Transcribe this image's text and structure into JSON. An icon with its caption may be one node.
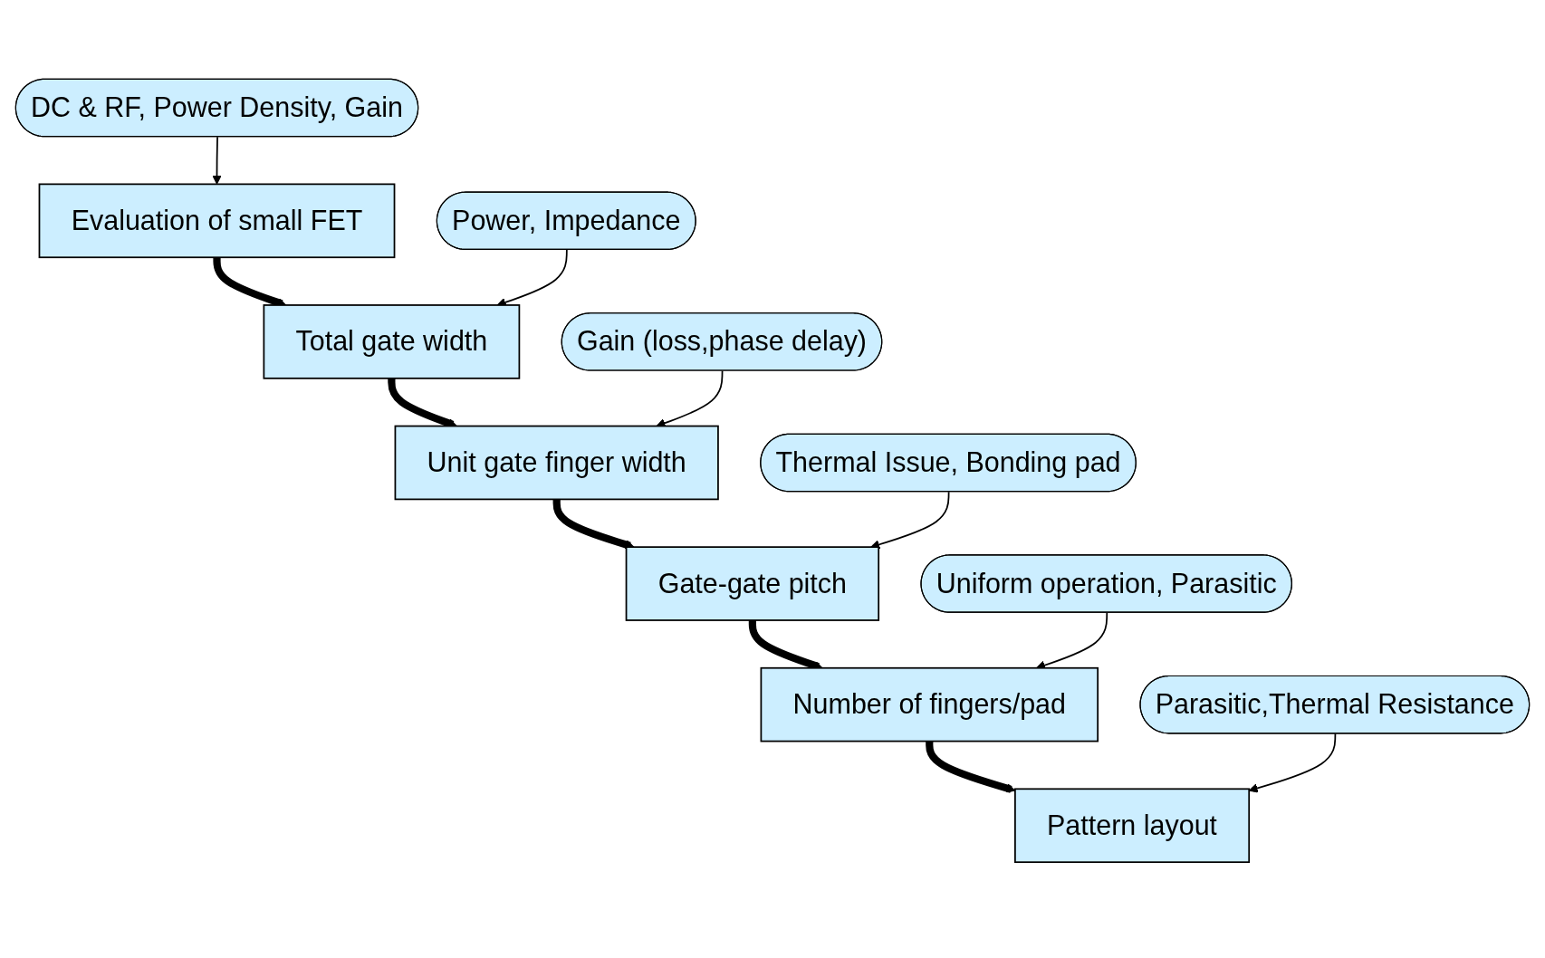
{
  "diagram": {
    "nodes": [
      {
        "text": [
          "Evaluation of small FET"
        ]
      },
      {
        "text": [
          "Total gate width"
        ]
      },
      {
        "text": [
          "Unit gate finger width"
        ]
      },
      {
        "text": [
          "Gate-gate pitch"
        ]
      },
      {
        "text": [
          "Number of fingers/pad"
        ]
      },
      {
        "text": [
          "Pattern layout"
        ]
      },
      {
        "text": [
          "DC & RF, Power Density, Gain"
        ]
      },
      {
        "text": [
          "Power, Impedance"
        ]
      },
      {
        "text": [
          "Gain (loss,phase delay)"
        ]
      },
      {
        "text": [
          "Thermal Issue, Bonding pad"
        ]
      },
      {
        "text": [
          "Uniform operation, Parasitic"
        ]
      },
      {
        "text": [
          "Parasitic,Thermal Resistance"
        ]
      }
    ],
    "edges": [
      {
        "from": 0,
        "to": 1,
        "arrow": "to",
        "style": "thick"
      },
      {
        "from": 1,
        "to": 2,
        "arrow": "to",
        "style": "thick"
      },
      {
        "from": 2,
        "to": 3,
        "arrow": "to",
        "style": "thick"
      },
      {
        "from": 3,
        "to": 4,
        "arrow": "to",
        "style": "thick"
      },
      {
        "from": 4,
        "to": 5,
        "arrow": "to",
        "style": "thick"
      },
      {
        "from": 6,
        "to": 0,
        "arrow": "to"
      },
      {
        "from": 7,
        "to": 1,
        "arrow": "to"
      },
      {
        "from": 8,
        "to": 2,
        "arrow": "to"
      },
      {
        "from": 9,
        "to": 3,
        "arrow": "to"
      },
      {
        "from": 10,
        "to": 4,
        "arrow": "to"
      },
      {
        "from": 11,
        "to": 5,
        "arrow": "to"
      }
    ]
  }
}
